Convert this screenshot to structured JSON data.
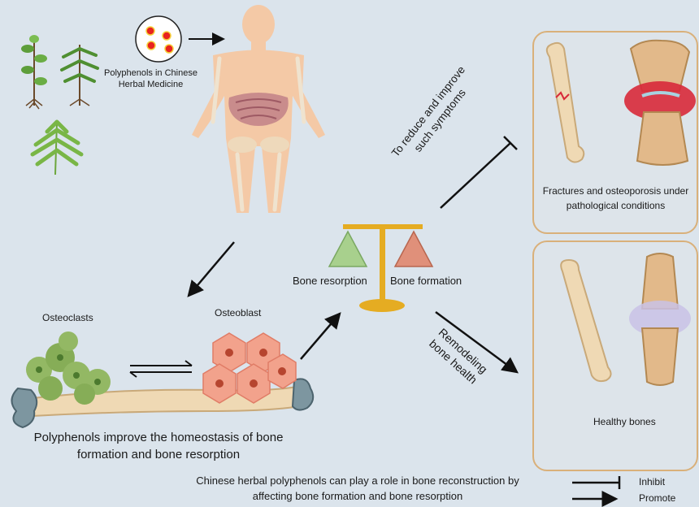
{
  "herbal": {
    "caption_line1": "Polyphenols in Chinese",
    "caption_line2": "Herbal Medicine"
  },
  "cells": {
    "osteoclasts": "Osteoclasts",
    "osteoblast": "Osteoblast"
  },
  "balance": {
    "left": "Bone resorption",
    "right": "Bone formation"
  },
  "homeostasis": {
    "line1": "Polyphenols improve the homeostasis of bone",
    "line2": "formation and bone resorption"
  },
  "arrows": {
    "reduce_line1": "To reduce and improve",
    "reduce_line2": "such symptoms",
    "remodel_line1": "Remodeling",
    "remodel_line2": "bone health"
  },
  "panels": {
    "top_line1": "Fractures and osteoporosis under",
    "top_line2": "pathological conditions",
    "bottom": "Healthy bones"
  },
  "footer": {
    "line1": "Chinese herbal polyphenols can play a role in bone reconstruction by",
    "line2": "affecting bone formation and bone resorption"
  },
  "legend": {
    "inhibit": "Inhibit",
    "promote": "Promote"
  },
  "colors": {
    "background": "#dbe4ec",
    "panel_border": "#d9b07a",
    "skin": "#f4c9a6",
    "bone": "#efd9b4",
    "osteoblast": "#f2a28c",
    "osteoclast": "#93b864",
    "resorption_triangle": "#a8d08d",
    "formation_triangle": "#e0907a",
    "scale": "#e5ac22",
    "inflammation": "#d8293a"
  }
}
